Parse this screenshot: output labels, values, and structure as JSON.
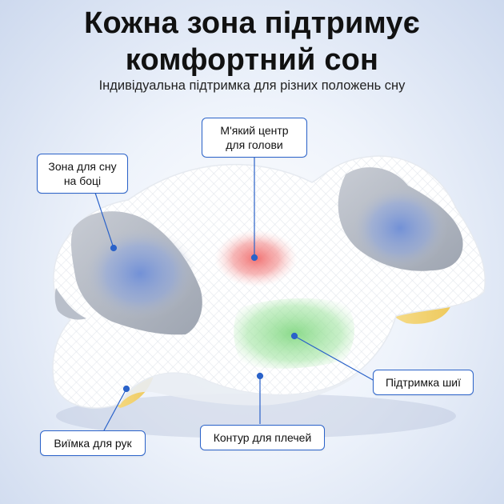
{
  "headline": {
    "line1": "Кожна зона підтримує",
    "line2": "комфортний сон"
  },
  "subtitle": "Індивідуальна підтримка для різних положень сну",
  "callouts": {
    "head_center": {
      "line1": "М'який центр",
      "line2": "для голови"
    },
    "side_sleep": {
      "line1": "Зона для сну",
      "line2": "на боці"
    },
    "neck_support": {
      "text": "Підтримка шиї"
    },
    "arm_cutout": {
      "text": "Виїмка для рук"
    },
    "shoulder_contour": {
      "text": "Контур для плечей"
    }
  },
  "colors": {
    "accent": "#2a62c9",
    "side_zone": "#6f8fd8",
    "head_zone": "#f06a6a",
    "neck_zone": "#7ed67e",
    "arm_zone": "#f2cf6a",
    "pillow": "#ffffff",
    "wing": "#b9bfca"
  }
}
